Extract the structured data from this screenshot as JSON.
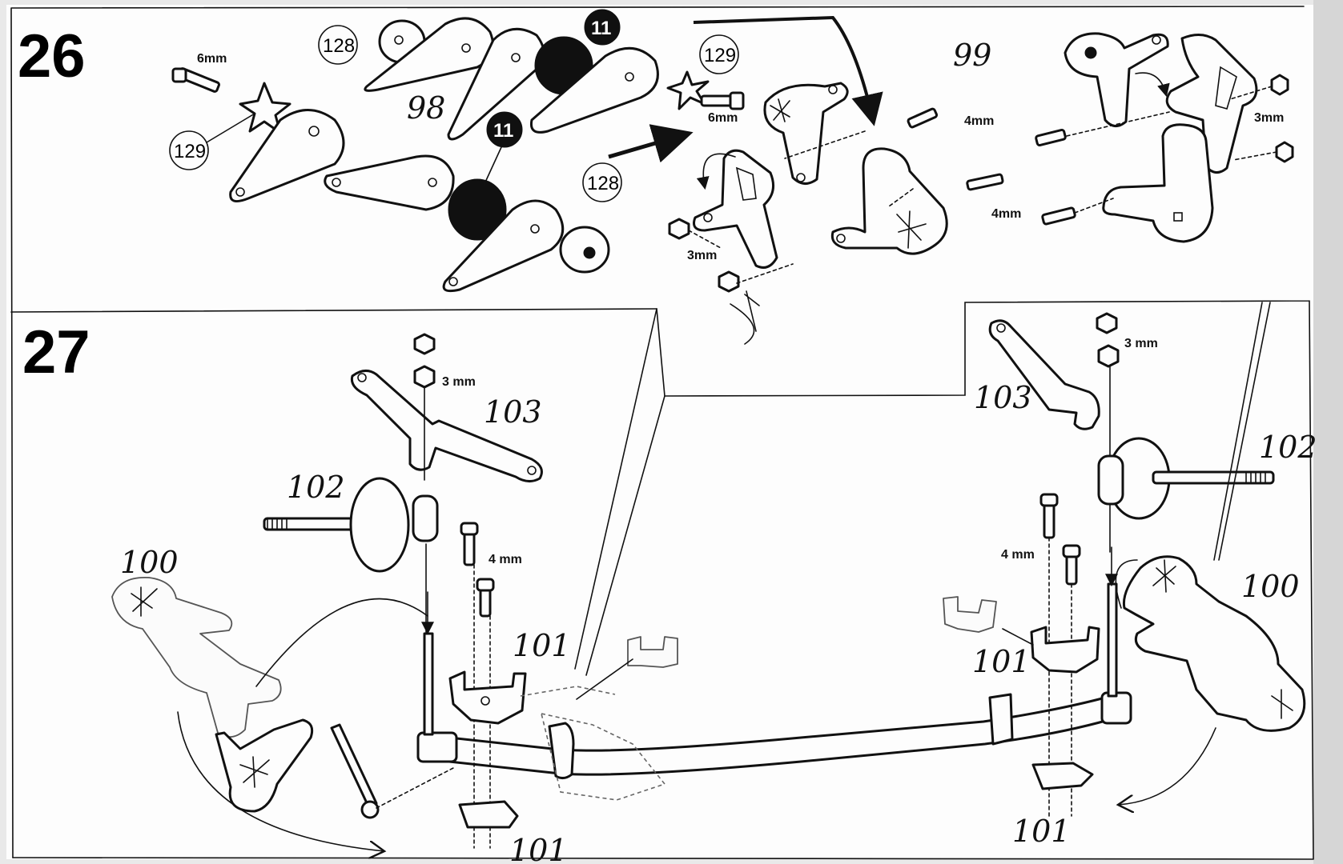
{
  "steps": [
    {
      "number": "26",
      "callouts": {
        "c129": "129",
        "c128": "128",
        "c11": "11"
      },
      "part_numbers": {
        "p98": "98",
        "p99": "99"
      },
      "dimensions": {
        "d6mm": "6mm",
        "d4mm": "4mm",
        "d3mm": "3mm"
      }
    },
    {
      "number": "27",
      "part_numbers": {
        "p100": "100",
        "p101": "101",
        "p102": "102",
        "p103": "103"
      },
      "dimensions": {
        "d3mm": "3 mm",
        "d4mm": "4 mm"
      }
    }
  ],
  "colors": {
    "ink": "#111111",
    "paper": "#fdfdfd",
    "edge": "#e9e9e9"
  }
}
